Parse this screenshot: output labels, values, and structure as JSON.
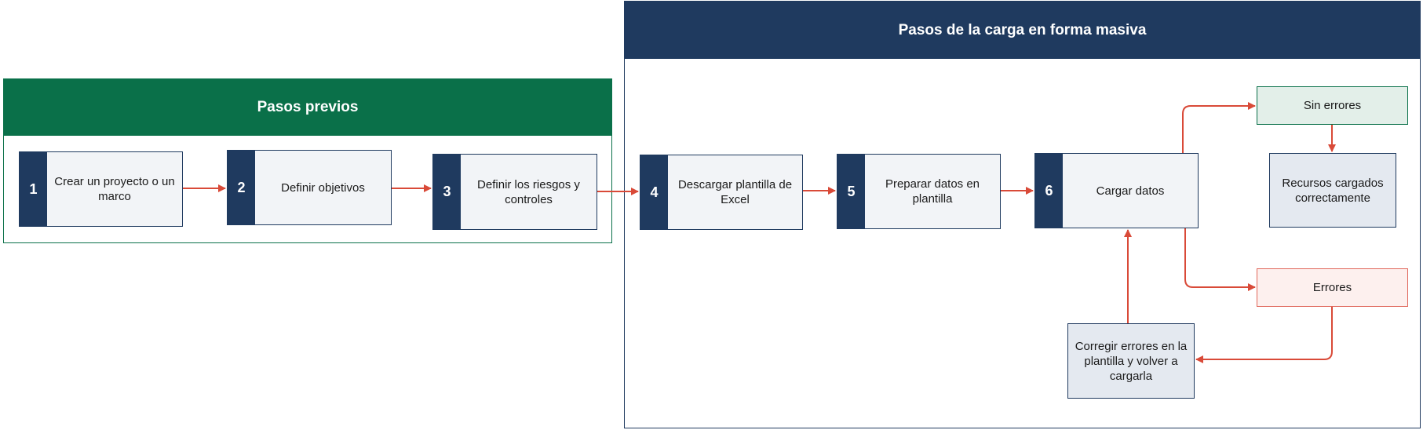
{
  "sections": {
    "previous": {
      "title": "Pasos previos"
    },
    "bulk": {
      "title": "Pasos de la carga en forma masiva"
    }
  },
  "steps": [
    {
      "number": "1",
      "label": "Crear un proyecto o un marco"
    },
    {
      "number": "2",
      "label": "Definir objetivos"
    },
    {
      "number": "3",
      "label": "Definir los riesgos y controles"
    },
    {
      "number": "4",
      "label": "Descargar plantilla de Excel"
    },
    {
      "number": "5",
      "label": "Preparar datos en plantilla"
    },
    {
      "number": "6",
      "label": "Cargar datos"
    }
  ],
  "outcomes": {
    "no_errors": "Sin errores",
    "loaded_ok": "Recursos cargados correctamente",
    "errors": "Errores",
    "fix_errors": "Corregir errores en la plantilla y volver a cargarla"
  },
  "colors": {
    "navy": "#1f3a5f",
    "green": "#0a7049",
    "arrow": "#d94a38",
    "step_fill": "#f2f4f7"
  }
}
